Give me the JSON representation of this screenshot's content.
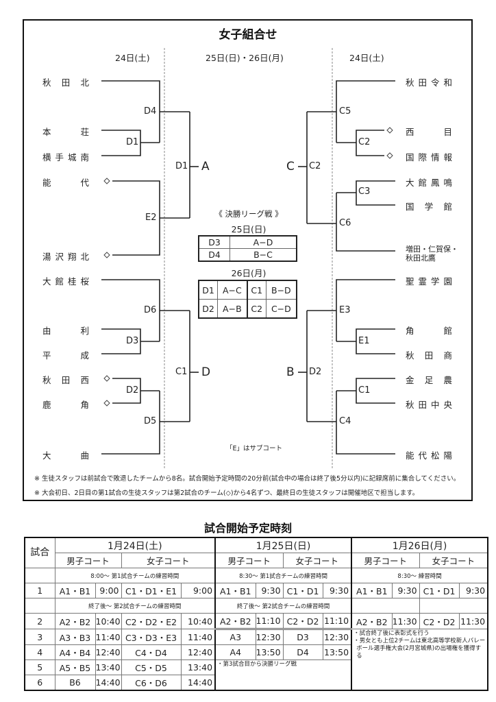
{
  "bracket": {
    "title": "女子組合せ",
    "day_headers": {
      "left": "24日(土)",
      "center": "25日(日)・26日(月)",
      "right": "24日(土)"
    },
    "left_teams": [
      {
        "name": [
          "秋",
          "田",
          "北"
        ],
        "diamond": false
      },
      {
        "name": [
          "本",
          "荘"
        ],
        "diamond": false
      },
      {
        "name": [
          "横",
          "手",
          "城",
          "南"
        ],
        "diamond": false
      },
      {
        "name": [
          "能",
          "代"
        ],
        "diamond": true
      },
      {
        "name": [
          "湯",
          "沢",
          "翔",
          "北"
        ],
        "diamond": true
      },
      {
        "name": [
          "大",
          "館",
          "桂",
          "桜"
        ],
        "diamond": false
      },
      {
        "name": [
          "由",
          "利"
        ],
        "diamond": false
      },
      {
        "name": [
          "平",
          "成"
        ],
        "diamond": false
      },
      {
        "name": [
          "秋",
          "田",
          "西"
        ],
        "diamond": true
      },
      {
        "name": [
          "鹿",
          "角"
        ],
        "diamond": true
      },
      {
        "name": [
          "大",
          "曲"
        ],
        "diamond": false
      }
    ],
    "right_teams": [
      {
        "name": [
          "秋",
          "田",
          "令",
          "和"
        ],
        "diamond": false
      },
      {
        "name": [
          "西",
          "目"
        ],
        "diamond": true
      },
      {
        "name": [
          "国",
          "際",
          "情",
          "報"
        ],
        "diamond": true
      },
      {
        "name": [
          "大",
          "館",
          "鳳",
          "鳴"
        ],
        "diamond": false
      },
      {
        "name": [
          "国",
          "学",
          "館"
        ],
        "diamond": false
      },
      {
        "name": [
          "増田・仁賀保・",
          "秋田北鷹"
        ],
        "diamond": false,
        "multiline": true
      },
      {
        "name": [
          "聖",
          "霊",
          "学",
          "園"
        ],
        "diamond": false
      },
      {
        "name": [
          "角",
          "館"
        ],
        "diamond": false
      },
      {
        "name": [
          "秋",
          "田",
          "商"
        ],
        "diamond": false
      },
      {
        "name": [
          "金",
          "足",
          "農"
        ],
        "diamond": false
      },
      {
        "name": [
          "秋",
          "田",
          "中",
          "央"
        ],
        "diamond": false
      },
      {
        "name": [
          "能",
          "代",
          "松",
          "陽"
        ],
        "diamond": false
      }
    ],
    "left_matches": {
      "d1": "D1",
      "d4": "D4",
      "e2": "E2",
      "d3": "D3",
      "d6": "D6",
      "d2": "D2",
      "d5": "D5",
      "final_top": "D1",
      "final_bottom": "C1"
    },
    "right_matches": {
      "c5": "C5",
      "c2": "C2",
      "c3": "C3",
      "c6": "C6",
      "e3": "E3",
      "e1": "E1",
      "c1": "C1",
      "c4": "C4",
      "final_top": "C2",
      "final_bottom": "D2"
    },
    "block_letters": {
      "left_top": "A",
      "left_bottom": "D",
      "right_top": "C",
      "right_bottom": "B"
    },
    "league": {
      "title": "《 決勝リーグ戦 》",
      "day1": "25日(日)",
      "day1_rows": [
        {
          "court": "D3",
          "match": "A−D"
        },
        {
          "court": "D4",
          "match": "B−C"
        }
      ],
      "day2": "26日(月)",
      "day2_rows": [
        {
          "court1": "D1",
          "match1": "A−C",
          "court2": "C1",
          "match2": "B−D"
        },
        {
          "court1": "D2",
          "match1": "A−B",
          "court2": "C2",
          "match2": "C−D"
        }
      ]
    },
    "sub_court_note": "「E」はサブコート",
    "notes": [
      "※ 生徒スタッフは前試合で敗退したチームから8名。試合開始予定時間の20分前(試合中の場合は終了後5分以内)に記録席前に集合してください。",
      "※ 大会初日、2日目の第1試合の生徒スタッフは第2試合のチーム(◇)から4名ずつ、最終日の生徒スタッフは開催地区で担当します。"
    ]
  },
  "schedule": {
    "title": "試合開始予定時刻",
    "match_header": "試合",
    "days": [
      "1月24日(土)",
      "1月25日(日)",
      "1月26日(月)"
    ],
    "court_headers": [
      "男子コート",
      "女子コート"
    ],
    "practice1": [
      "8:00〜 第1試合チームの練習時間",
      "8:30〜 第1試合チームの練習時間",
      "8:30〜 練習時間"
    ],
    "practice2": [
      "終了後〜 第2試合チームの練習時間",
      "終了後〜 第2試合チームの練習時間"
    ],
    "rows": [
      {
        "no": "1",
        "d1": [
          "A1・B1",
          "9:00",
          "C1・D1・E1",
          "9:00"
        ],
        "d2": [
          "A1・B1",
          "9:30",
          "C1・D1",
          "9:30"
        ],
        "d3": [
          "A1・B1",
          "9:30",
          "C1・D1",
          "9:30"
        ]
      },
      {
        "no": "2",
        "d1": [
          "A2・B2",
          "10:40",
          "C2・D2・E2",
          "10:40"
        ],
        "d2": [
          "A2・B2",
          "11:10",
          "C2・D2",
          "11:10"
        ],
        "d3": [
          "A2・B2",
          "11:30",
          "C2・D2",
          "11:30"
        ]
      },
      {
        "no": "3",
        "d1": [
          "A3・B3",
          "11:40",
          "C3・D3・E3",
          "11:40"
        ],
        "d2": [
          "A3",
          "12:30",
          "D3",
          "12:30"
        ]
      },
      {
        "no": "4",
        "d1": [
          "A4・B4",
          "12:40",
          "C4・D4",
          "12:40"
        ],
        "d2": [
          "A4",
          "13:50",
          "D4",
          "13:50"
        ]
      },
      {
        "no": "5",
        "d1": [
          "A5・B5",
          "13:40",
          "C5・D5",
          "13:40"
        ]
      },
      {
        "no": "6",
        "d1": [
          "B6",
          "14:40",
          "C6・D6",
          "14:40"
        ]
      }
    ],
    "remark_day2": "・第3試合目から決勝リーグ戦",
    "remark_day3": [
      "・試合終了後に表彰式を行う",
      "・男女とも上位2チームは東北高等学校新人バレーボール選手権大会(2月宮城県)の出場権を獲得する"
    ]
  }
}
